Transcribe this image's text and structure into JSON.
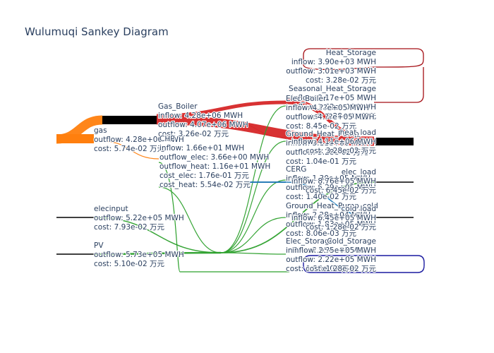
{
  "title": "Wulumuqi Sankey Diagram",
  "colors": {
    "gas": "#ff7f0e",
    "heat": "#d62728",
    "elec": "#2ca02c",
    "cold": "#1f77b4",
    "heat_storage": "#a50f15",
    "cold_storage": "#1a1aa0",
    "node": "#000000",
    "text": "#2a3f5f"
  },
  "nodes": {
    "gas": [
      "gas",
      "outflow: 4.28e+06 MWH",
      "cost: 5.74e-02 万元"
    ],
    "elecinput": [
      "elecinput",
      "outflow: 5.22e+05 MWH",
      "cost: 7.93e-02 万元"
    ],
    "pv": [
      "PV",
      "outflow: 5.73e+05 MWH",
      "cost: 5.10e-02 万元"
    ],
    "gas_boiler": [
      "Gas_Boiler",
      "inflow: 4.28e+06 MWH",
      "outflow: 4.07e+06 MWH",
      "cost: 3.26e-02 万元"
    ],
    "chp": [
      "CHP",
      "inflow: 1.66e+01 MWH",
      "outflow_elec: 3.66e+00 MWH",
      "outflow_heat: 1.16e+01 MWH",
      "cost_elec: 1.76e-01 万元",
      "cost_heat: 5.54e-02 万元"
    ],
    "heat_storage": [
      "Heat_Storage",
      "inflow: 3.90e+03 MWH",
      "outflow: 3.01e+03 MWH",
      "cost: 3.28e-02 万元"
    ],
    "seasonal_heat_storage": [
      "Seasonal_Heat_Storage",
      "inflow: 2.17e+05 MWH",
      "outflow: 1.62e+05 MWH",
      "cost: 3.28e-02 万元"
    ],
    "elec_boiler": [
      "Elec_Boiler",
      "inflow: 4.??e+05 MWH",
      "outflow: 4.??e+05 MWH",
      "cost: 8.45e-02 万元"
    ],
    "ground_heat_pump": [
      "Ground_Heat_Pump",
      "inflow: 3.11e+06 MWH",
      "outflow: 3.28e-02 万元",
      "cost: 1.04e-01 万元"
    ],
    "heat_load": [
      "heat_load",
      "inflow: 4.11e+06 MWH",
      "cost: 3.28e-02 万元"
    ],
    "cerg": [
      "CERG",
      "inflow: 1.30e+05 MWH",
      "outflow: 6.29e+05 MWH",
      "cost: 1.40e-02 万元"
    ],
    "elec_load": [
      "elec_load",
      "inflow: 8.76e+05 MWH",
      "cost: 6.45e-02 万元"
    ],
    "ground_heat_pump_cold": [
      "Ground_Heat_Pump_cold",
      "inflow: 2.28e+04 MWH",
      "outflow: 1.83e+05 MWH",
      "cost: 8.06e-03 万元"
    ],
    "cold_load": [
      "cold_load",
      "inflow: 6.45e+05 MWH",
      "cost: 1.28e-02 万元"
    ],
    "elec_storage": [
      "Elec_Storage",
      "inflow: 2.95e+05 MWH",
      "outflow: 2.22e+05 MWH",
      "cost: 1.28e-02 万元"
    ],
    "cold_storage": [
      "Cold_Storage",
      "inflow: 2.?5e+05 MWH",
      "outflow: 2.22e+05 MWH",
      "cost: 1.28e-02 万元"
    ]
  }
}
